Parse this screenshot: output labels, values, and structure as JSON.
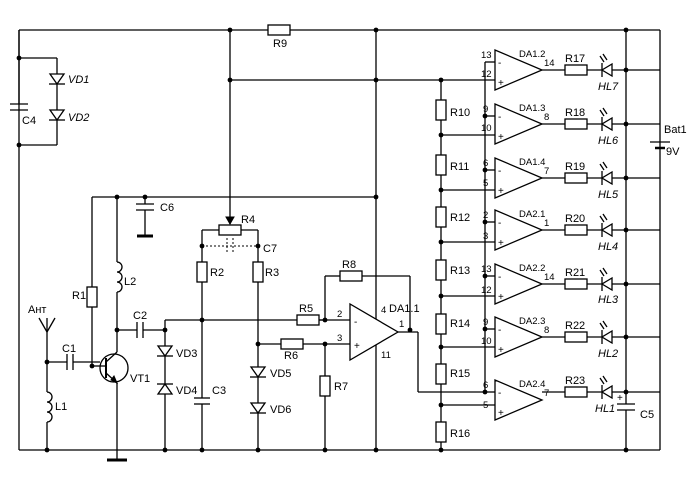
{
  "labels": {
    "r1": "R1",
    "r2": "R2",
    "r3": "R3",
    "r4": "R4",
    "r5": "R5",
    "r6": "R6",
    "r7": "R7",
    "r8": "R8",
    "r9": "R9",
    "r10": "R10",
    "r11": "R11",
    "r12": "R12",
    "r13": "R13",
    "r14": "R14",
    "r15": "R15",
    "r16": "R16",
    "r17": "R17",
    "r18": "R18",
    "r19": "R19",
    "r20": "R20",
    "r21": "R21",
    "r22": "R22",
    "r23": "R23",
    "c1": "C1",
    "c2": "C2",
    "c3": "C3",
    "c4": "C4",
    "c5": "C5",
    "c6": "C6",
    "c7": "C7",
    "l1": "L1",
    "l2": "L2",
    "vt1": "VT1",
    "vd1": "VD1",
    "vd2": "VD2",
    "vd3": "VD3",
    "vd4": "VD4",
    "vd5": "VD5",
    "vd6": "VD6",
    "ant": "Ант",
    "bat": "Bat1",
    "bat_v": "9V",
    "da11": "DA1.1",
    "hl1": "HL1",
    "hl2": "HL2",
    "hl3": "HL3",
    "hl4": "HL4",
    "hl5": "HL5",
    "hl6": "HL6",
    "hl7": "HL7"
  },
  "opamp_main": {
    "in_minus_pin": "2",
    "in_plus_pin": "3",
    "v_pin": "4",
    "gnd_pin": "11",
    "out_pin": "1"
  },
  "comparators": [
    {
      "name": "DA1.2",
      "pin_minus": "13",
      "pin_plus": "12",
      "pin_out": "14"
    },
    {
      "name": "DA1.3",
      "pin_minus": "9",
      "pin_plus": "10",
      "pin_out": "8"
    },
    {
      "name": "DA1.4",
      "pin_minus": "6",
      "pin_plus": "5",
      "pin_out": "7"
    },
    {
      "name": "DA2.1",
      "pin_minus": "2",
      "pin_plus": "3",
      "pin_out": "1"
    },
    {
      "name": "DA2.2",
      "pin_minus": "13",
      "pin_plus": "12",
      "pin_out": "14"
    },
    {
      "name": "DA2.3",
      "pin_minus": "9",
      "pin_plus": "10",
      "pin_out": "8"
    },
    {
      "name": "DA2.4",
      "pin_minus": "6",
      "pin_plus": "5",
      "pin_out": "7"
    }
  ],
  "symbols": {
    "minus": "-",
    "plus": "+"
  }
}
